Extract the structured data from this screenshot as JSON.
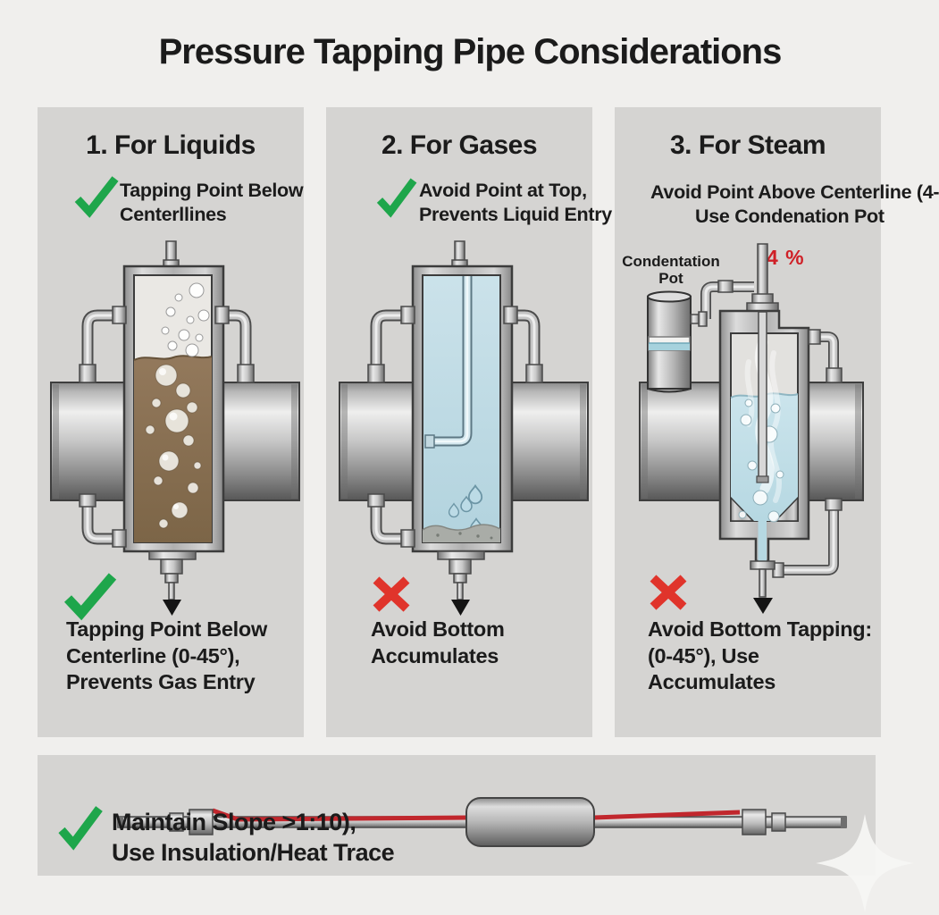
{
  "title": "Pressure Tapping Pipe Considerations",
  "colors": {
    "background": "#f0efed",
    "panel_gray": "#d5d4d2",
    "check_green": "#1ea64b",
    "cross_red": "#e0342b",
    "label_red": "#cf2027",
    "liquid_brown": "#8a7156",
    "gas_blue": "#bfdbe4",
    "condensate_blue": "#c3dfe8",
    "heat_trace_red": "#c1272d"
  },
  "panels": [
    {
      "heading": "1. For Liquids",
      "subtitle_mark": "check",
      "subtitle_lines": [
        "Tapping Point Below",
        "Centerllines"
      ],
      "caption_mark": "check",
      "caption_lines": [
        "Tapping Point Below",
        "Centerline (0-45°),",
        "Prevents Gas Entry"
      ]
    },
    {
      "heading": "2. For Gases",
      "subtitle_mark": "check",
      "subtitle_lines": [
        "Avoid Point at Top,",
        "Prevents Liquid Entry"
      ],
      "caption_mark": "cross",
      "caption_lines": [
        "Avoid Bottom",
        "Accumulates"
      ]
    },
    {
      "heading": "3. For Steam",
      "subtitle_mark": "none",
      "subtitle_lines": [
        "Avoid Point Above Centerline (4-",
        "Use Condenation Pot"
      ],
      "caption_mark": "cross",
      "caption_lines": [
        "Avoid Bottom Tapping:",
        "(0-45°), Use",
        "Accumulates"
      ],
      "pot_label_lines": [
        "Condentation",
        "Pot"
      ],
      "slope_label": "4 %"
    }
  ],
  "footer": {
    "caption_mark": "check",
    "caption_lines": [
      "Maintain Slope >1:10),",
      "Use Insulation/Heat Trace"
    ]
  }
}
